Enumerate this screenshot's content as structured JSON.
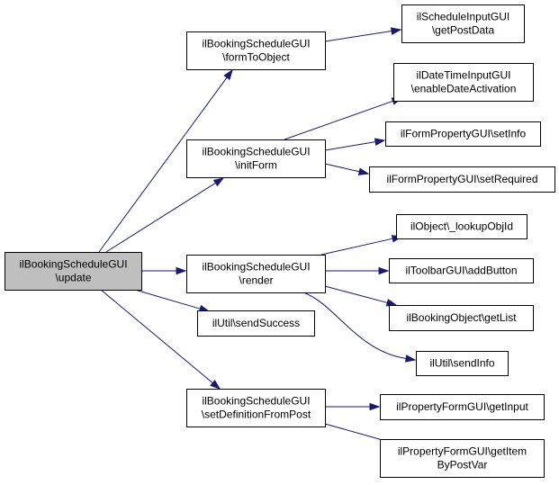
{
  "colors": {
    "edge": "#191970",
    "root_fill": "#bfbfbf",
    "node_fill": "#ffffff",
    "border": "#000000"
  },
  "nodes": [
    {
      "id": "update",
      "lines": [
        "ilBookingScheduleGUI",
        "\\update"
      ],
      "highlight": true
    },
    {
      "id": "formToObject",
      "lines": [
        "ilBookingScheduleGUI",
        "\\formToObject"
      ]
    },
    {
      "id": "initForm",
      "lines": [
        "ilBookingScheduleGUI",
        "\\initForm"
      ]
    },
    {
      "id": "render",
      "lines": [
        "ilBookingScheduleGUI",
        "\\render"
      ]
    },
    {
      "id": "sendSuccess",
      "lines": [
        "ilUtil\\sendSuccess"
      ]
    },
    {
      "id": "setDefinitionFromPost",
      "lines": [
        "ilBookingScheduleGUI",
        "\\setDefinitionFromPost"
      ]
    },
    {
      "id": "getPostData",
      "lines": [
        "ilScheduleInputGUI",
        "\\getPostData"
      ]
    },
    {
      "id": "enableDateActivation",
      "lines": [
        "ilDateTimeInputGUI",
        "\\enableDateActivation"
      ]
    },
    {
      "id": "setInfo",
      "lines": [
        "ilFormPropertyGUI\\setInfo"
      ]
    },
    {
      "id": "setRequired",
      "lines": [
        "ilFormPropertyGUI\\setRequired"
      ]
    },
    {
      "id": "lookupObjId",
      "lines": [
        "ilObject\\_lookupObjId"
      ]
    },
    {
      "id": "addButton",
      "lines": [
        "ilToolbarGUI\\addButton"
      ]
    },
    {
      "id": "getList",
      "lines": [
        "ilBookingObject\\getList"
      ]
    },
    {
      "id": "sendInfo",
      "lines": [
        "ilUtil\\sendInfo"
      ]
    },
    {
      "id": "getInput",
      "lines": [
        "ilPropertyFormGUI\\getInput"
      ]
    },
    {
      "id": "getItemByPostVar",
      "lines": [
        "ilPropertyFormGUI\\getItem",
        "ByPostVar"
      ]
    }
  ],
  "edges": [
    {
      "from": "update",
      "to": "formToObject"
    },
    {
      "from": "update",
      "to": "initForm"
    },
    {
      "from": "update",
      "to": "render"
    },
    {
      "from": "update",
      "to": "sendSuccess"
    },
    {
      "from": "update",
      "to": "setDefinitionFromPost"
    },
    {
      "from": "formToObject",
      "to": "getPostData"
    },
    {
      "from": "initForm",
      "to": "enableDateActivation"
    },
    {
      "from": "initForm",
      "to": "setInfo"
    },
    {
      "from": "initForm",
      "to": "setRequired"
    },
    {
      "from": "render",
      "to": "lookupObjId"
    },
    {
      "from": "render",
      "to": "addButton"
    },
    {
      "from": "render",
      "to": "getList"
    },
    {
      "from": "render",
      "to": "sendInfo"
    },
    {
      "from": "setDefinitionFromPost",
      "to": "getInput"
    },
    {
      "from": "setDefinitionFromPost",
      "to": "getItemByPostVar"
    }
  ]
}
